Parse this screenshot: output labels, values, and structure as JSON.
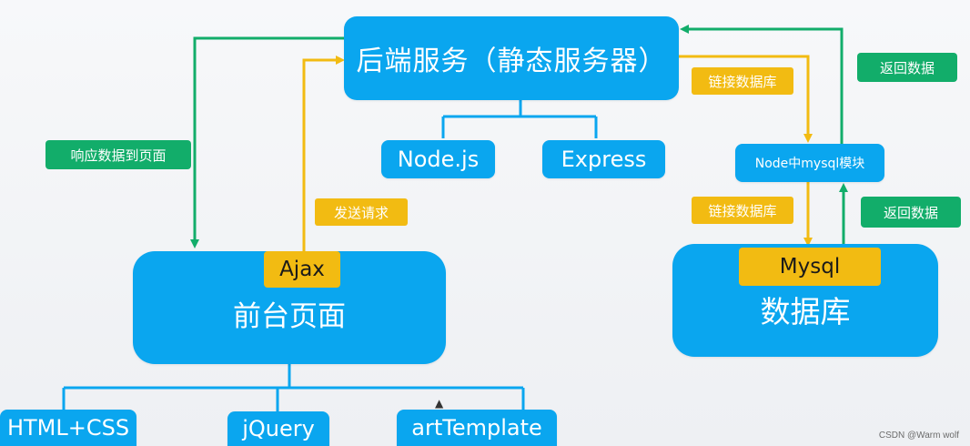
{
  "nodes": {
    "backend": "后端服务（静态服务器）",
    "nodejs": "Node.js",
    "express": "Express",
    "node_mysql": "Node中mysql模块",
    "frontend_title": "前台页面",
    "database_title": "数据库",
    "html_css": "HTML+CSS",
    "jquery": "jQuery",
    "art_template": "artTemplate"
  },
  "tags": {
    "ajax": "Ajax",
    "mysql": "Mysql",
    "send_request": "发送请求",
    "link_db_top": "链接数据库",
    "link_db_bottom": "链接数据库"
  },
  "green_labels": {
    "respond": "响应数据到页面",
    "return_top": "返回数据",
    "return_bottom": "返回数据"
  },
  "watermark": "CSDN @Warm wolf",
  "colors": {
    "node_blue": "#0aa6ef",
    "yellow": "#f2bb12",
    "green": "#12ad6a"
  }
}
